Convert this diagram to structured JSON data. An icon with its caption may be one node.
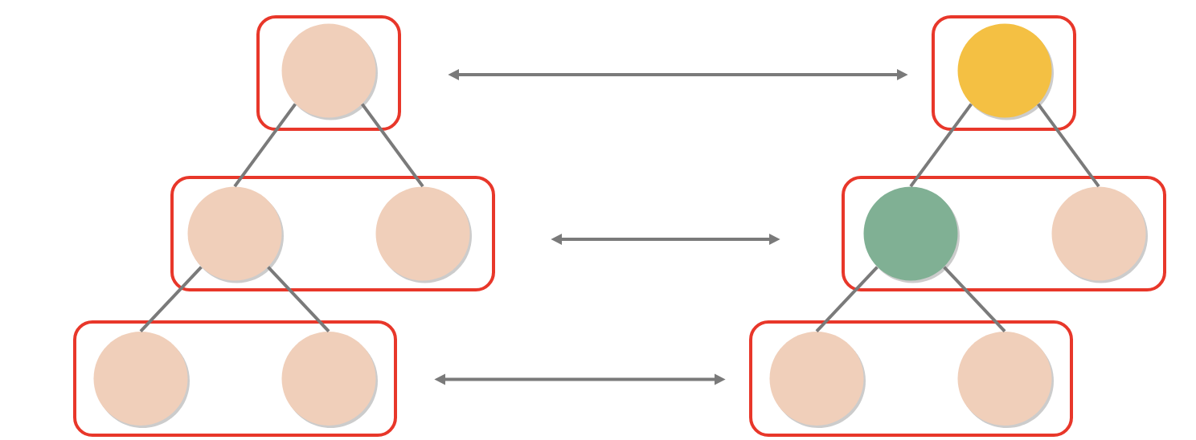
{
  "diagram": {
    "nodes": [
      {
        "text": [],
        "shape": "box"
      },
      {
        "text": [],
        "shape": "circle",
        "in": 0
      },
      {
        "text": [],
        "shape": "box"
      },
      {
        "text": [],
        "shape": "circle",
        "in": 2
      },
      {
        "text": [],
        "shape": "box"
      },
      {
        "text": [],
        "shape": "circle",
        "in": 4
      },
      {
        "text": [],
        "shape": "circle",
        "in": 4
      },
      {
        "text": [],
        "shape": "box"
      },
      {
        "text": [],
        "shape": "circle",
        "in": 7
      },
      {
        "text": [],
        "shape": "circle",
        "in": 7
      },
      {
        "text": [],
        "shape": "box"
      },
      {
        "text": [],
        "shape": "circle",
        "in": 10
      },
      {
        "text": [],
        "shape": "circle",
        "in": 10
      },
      {
        "text": [],
        "shape": "box"
      },
      {
        "text": [],
        "shape": "circle",
        "in": 13
      },
      {
        "text": [],
        "shape": "circle",
        "in": 13
      }
    ],
    "edges": [
      {
        "from": 0,
        "to": 2,
        "arrow": "both"
      },
      {
        "from": 1,
        "to": 5,
        "arrow": "none"
      },
      {
        "from": 1,
        "to": 6,
        "arrow": "none"
      },
      {
        "from": 3,
        "to": 8,
        "arrow": "none"
      },
      {
        "from": 3,
        "to": 9,
        "arrow": "none"
      },
      {
        "from": 4,
        "to": 7,
        "arrow": "both"
      },
      {
        "from": 5,
        "to": 11,
        "arrow": "none"
      },
      {
        "from": 5,
        "to": 12,
        "arrow": "none"
      },
      {
        "from": 8,
        "to": 14,
        "arrow": "none"
      },
      {
        "from": 8,
        "to": 15,
        "arrow": "none"
      },
      {
        "from": 10,
        "to": 13,
        "arrow": "both"
      }
    ]
  }
}
